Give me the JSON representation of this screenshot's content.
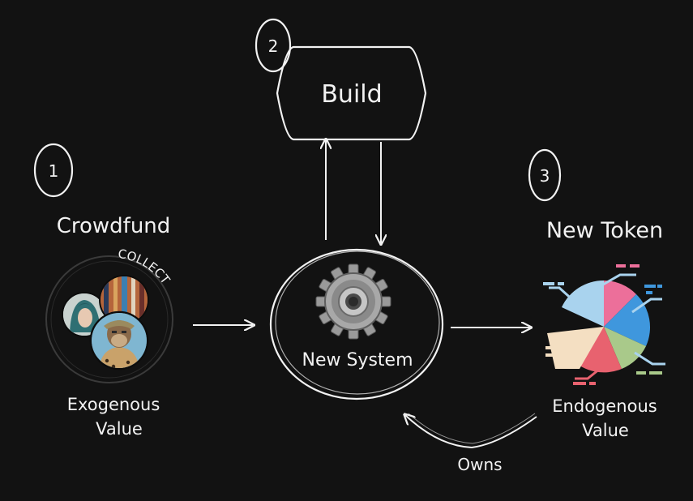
{
  "steps": {
    "step1": "1",
    "step2": "2",
    "step3": "3"
  },
  "labels": {
    "build": "Build",
    "crowdfund": "Crowdfund",
    "collect": "COLLECT",
    "exogenous_line1": "Exogenous",
    "exogenous_line2": "Value",
    "new_system": "New System",
    "new_token": "New Token",
    "endogenous_line1": "Endogenous",
    "endogenous_line2": "Value",
    "owns": "Owns"
  },
  "icons": {
    "build_diamond": "diamond-shape",
    "gear": "gear-icon",
    "nft_avatars": "nft-avatar-group",
    "pie_chart": "pie-chart-icon"
  },
  "colors": {
    "background": "#121212",
    "stroke": "#f2f2f2",
    "pie_blue": "#3f97dd",
    "pie_pink": "#ec6f9a",
    "pie_red": "#e8626f",
    "pie_green": "#a9c98a",
    "pie_lightblue": "#a9d3ee",
    "pie_beige": "#f4dfc2"
  }
}
